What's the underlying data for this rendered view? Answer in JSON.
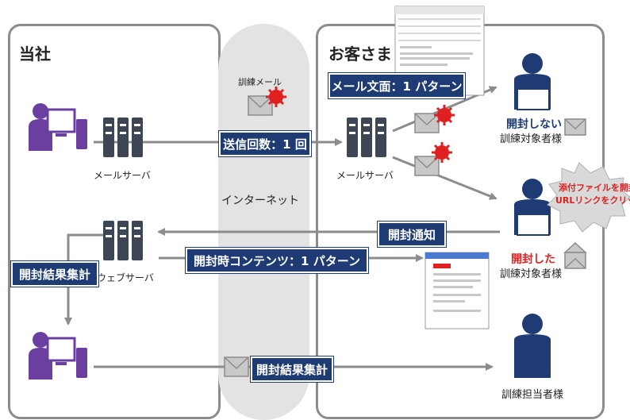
{
  "company": {
    "title": "当社"
  },
  "customer": {
    "title": "お客さま"
  },
  "internet": {
    "label": "インターネット"
  },
  "labels": {
    "mail_server_left": "メールサーバ",
    "mail_server_right": "メールサーバ",
    "web_server": "ウェブサーバ",
    "training_mail": "訓練メール"
  },
  "tags": {
    "send_count": "送信回数：1 回",
    "mail_text": "メール文面：1 パターン",
    "open_notify": "開封通知",
    "open_content": "開封時コンテンツ：1 パターン",
    "open_result_left": "開封結果集計",
    "open_result_mid": "開封結果集計"
  },
  "targets": {
    "not_opened_status": "開封しない",
    "not_opened_label": "訓練対象者様",
    "opened_status": "開封した",
    "opened_label": "訓練対象者様",
    "manager_label": "訓練担当者様"
  },
  "burst": {
    "line1": "添付ファイルを開封",
    "line2": "URLリンクをクリック"
  },
  "colors": {
    "navy": "#1e3c73",
    "purple": "#6b3fa0",
    "server": "#3d4654",
    "person": "#1e3c73",
    "red": "#e02020",
    "arrow": "#8c8c8c"
  }
}
